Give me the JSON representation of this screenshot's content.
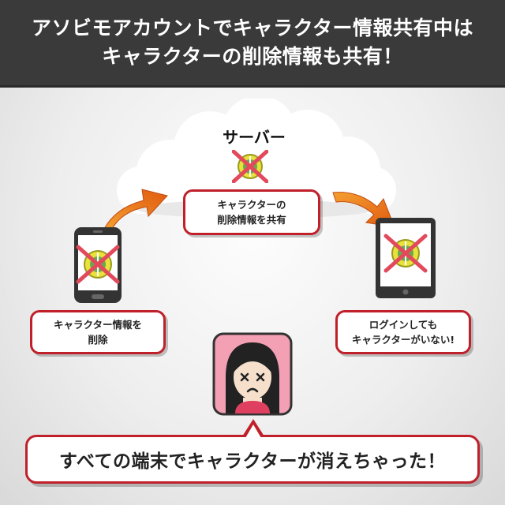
{
  "header": {
    "line1": "アソビモアカウントでキャラクター情報共有中は",
    "line2": "キャラクターの削除情報も共有！"
  },
  "server": {
    "label": "サーバー"
  },
  "boxes": {
    "share": {
      "line1": "キャラクターの",
      "line2": "削除情報を共有"
    },
    "delete": {
      "line1": "キャラクター情報を",
      "line2": "削除"
    },
    "none": {
      "line1": "ログインしても",
      "line2": "キャラクターがいない!"
    }
  },
  "bubble": {
    "text": "すべての端末でキャラクターが消えちゃった！"
  },
  "colors": {
    "header_bg": "#3a3a3a",
    "accent_red": "#c0202a",
    "arrow_orange": "#f07818",
    "avatar_bg": "#f4a0b4",
    "device_body": "#333333"
  },
  "icons": {
    "cloud": "cloud-icon",
    "smartphone": "smartphone-icon",
    "tablet": "tablet-icon",
    "character_crossed": "crossed-character-icon",
    "sad_user": "sad-user-icon"
  }
}
